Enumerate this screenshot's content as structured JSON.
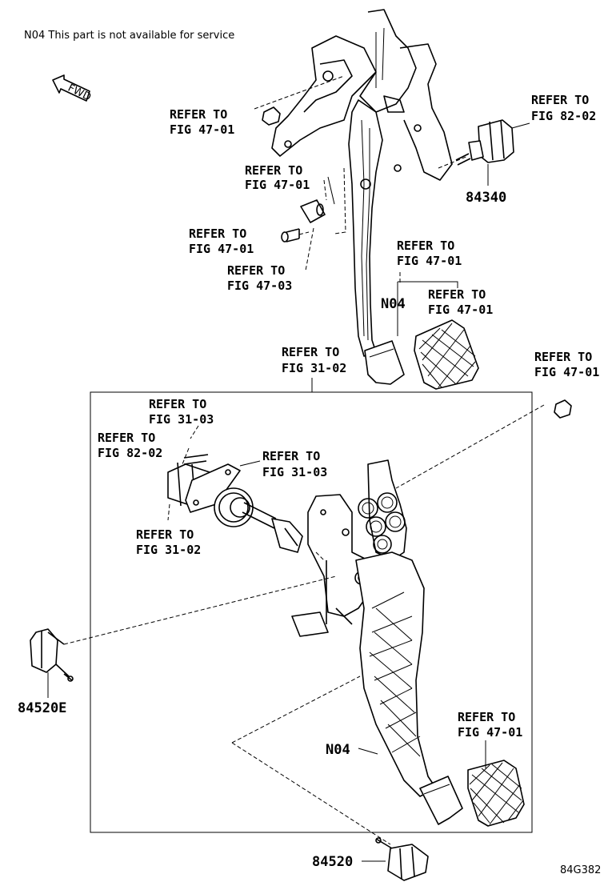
{
  "note": "N04 This part is not available for service",
  "fwd_label": "FWD",
  "diagram_code": "84G382",
  "parts": {
    "p84340": "84340",
    "p84520E": "84520E",
    "p84520": "84520",
    "n04_upper": "N04",
    "n04_lower": "N04"
  },
  "refs": {
    "r1": [
      "REFER TO",
      "FIG 47-01"
    ],
    "r2": [
      "REFER TO",
      "FIG 82-02"
    ],
    "r3": [
      "REFER TO",
      "FIG 47-01"
    ],
    "r4": [
      "REFER TO",
      "FIG 47-01"
    ],
    "r5": [
      "REFER TO",
      "FIG 47-03"
    ],
    "r6": [
      "REFER TO",
      "FIG 47-01"
    ],
    "r7": [
      "REFER TO",
      "FIG 47-01"
    ],
    "r8": [
      "REFER TO",
      "FIG 31-02"
    ],
    "r9": [
      "REFER TO",
      "FIG 47-01"
    ],
    "r10": [
      "REFER TO",
      "FIG 31-03"
    ],
    "r11": [
      "REFER TO",
      "FIG 82-02"
    ],
    "r12": [
      "REFER TO",
      "FIG 31-03"
    ],
    "r13": [
      "REFER TO",
      "FIG 31-02"
    ],
    "r14": [
      "REFER TO",
      "FIG 47-01"
    ]
  }
}
